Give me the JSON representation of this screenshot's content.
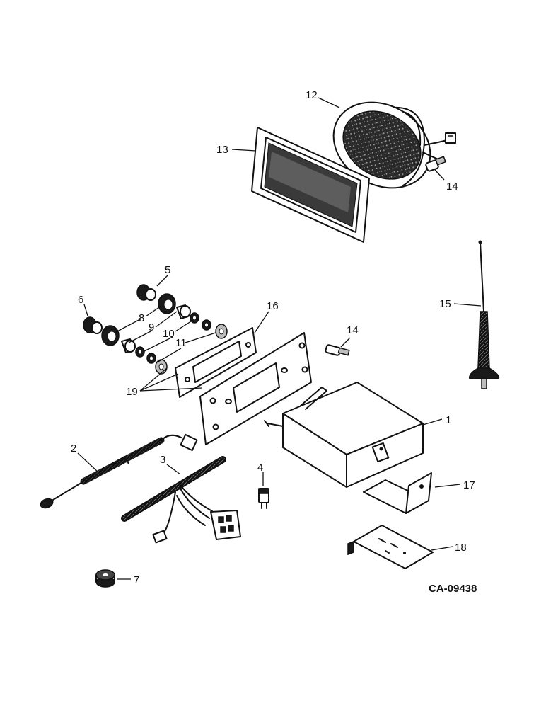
{
  "drawing_code": "CA-09438",
  "callouts": [
    {
      "id": "c1",
      "text": "1"
    },
    {
      "id": "c2",
      "text": "2"
    },
    {
      "id": "c3",
      "text": "3"
    },
    {
      "id": "c4",
      "text": "4"
    },
    {
      "id": "c5",
      "text": "5"
    },
    {
      "id": "c6",
      "text": "6"
    },
    {
      "id": "c7",
      "text": "7"
    },
    {
      "id": "c8",
      "text": "8"
    },
    {
      "id": "c9",
      "text": "9"
    },
    {
      "id": "c10",
      "text": "10"
    },
    {
      "id": "c11",
      "text": "11"
    },
    {
      "id": "c12",
      "text": "12"
    },
    {
      "id": "c13",
      "text": "13"
    },
    {
      "id": "c14a",
      "text": "14"
    },
    {
      "id": "c14b",
      "text": "14"
    },
    {
      "id": "c15",
      "text": "15"
    },
    {
      "id": "c16",
      "text": "16"
    },
    {
      "id": "c17",
      "text": "17"
    },
    {
      "id": "c18",
      "text": "18"
    },
    {
      "id": "c19",
      "text": "19"
    }
  ]
}
